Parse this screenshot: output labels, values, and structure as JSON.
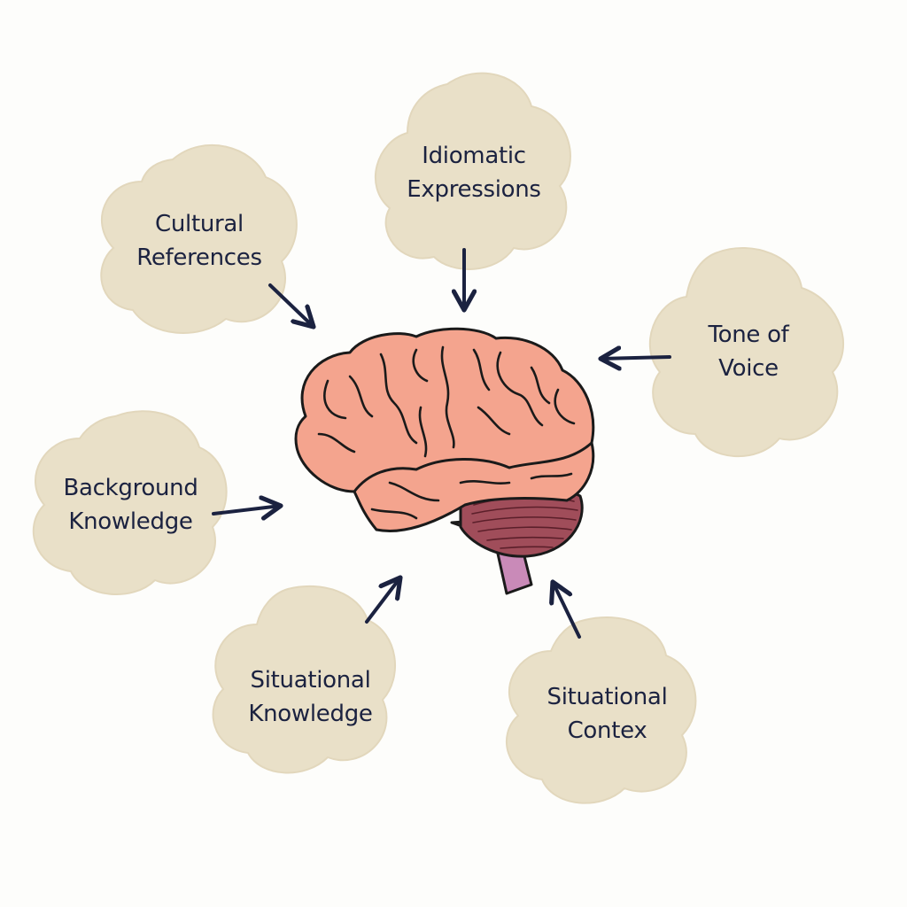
{
  "palette": {
    "background": "#fdfdfb",
    "cloud_fill": "#e9e0c8",
    "cloud_shade": "#e2d7bc",
    "text": "#1b2240",
    "arrow": "#1b2240",
    "brain_fill": "#f4a48e",
    "brain_outline": "#1a1a1a",
    "cerebellum_fill": "#a04d5a",
    "brainstem_fill": "#c98ab8"
  },
  "nodes": {
    "cultural_references": {
      "lines": [
        "Cultural",
        "References"
      ]
    },
    "idiomatic_expressions": {
      "lines": [
        "Idiomatic",
        "Expressions"
      ]
    },
    "tone_of_voice": {
      "lines": [
        "Tone of",
        "Voice"
      ]
    },
    "background_knowledge": {
      "lines": [
        "Background",
        "Knowledge"
      ]
    },
    "situational_knowledge": {
      "lines": [
        "Situational",
        "Knowledge"
      ]
    },
    "situational_context": {
      "lines": [
        "Situational",
        "Contex"
      ]
    }
  },
  "center": {
    "icon": "brain-icon"
  },
  "arrows_point_to": "brain"
}
